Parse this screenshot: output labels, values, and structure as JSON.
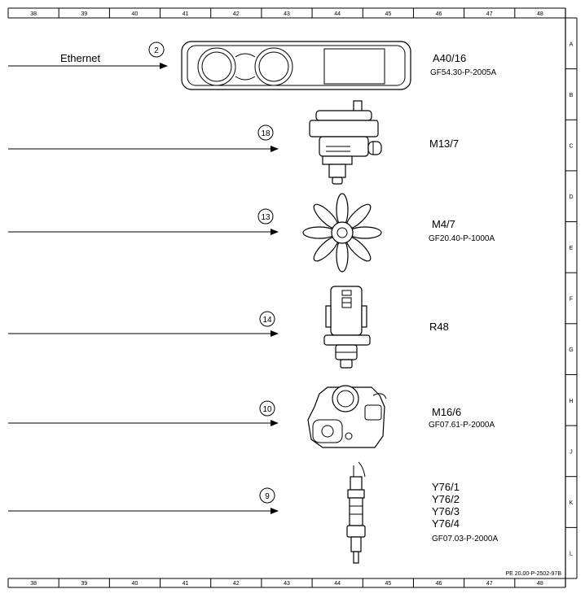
{
  "grid": {
    "columns": [
      "38",
      "39",
      "40",
      "41",
      "42",
      "43",
      "44",
      "45",
      "46",
      "47",
      "48"
    ],
    "rows": [
      "A",
      "B",
      "C",
      "D",
      "E",
      "F",
      "G",
      "H",
      "J",
      "K",
      "L"
    ]
  },
  "ethernet_label": "Ethernet",
  "connections": [
    {
      "number": "2",
      "labels": [
        "A40/16"
      ],
      "ref": "GF54.30-P-2005A"
    },
    {
      "number": "18",
      "labels": [
        "M13/7"
      ],
      "ref": ""
    },
    {
      "number": "13",
      "labels": [
        "M4/7"
      ],
      "ref": "GF20.40-P-1000A"
    },
    {
      "number": "14",
      "labels": [
        "R48"
      ],
      "ref": ""
    },
    {
      "number": "10",
      "labels": [
        "M16/6"
      ],
      "ref": "GF07.61-P-2000A"
    },
    {
      "number": "9",
      "labels": [
        "Y76/1",
        "Y76/2",
        "Y76/3",
        "Y76/4"
      ],
      "ref": "GF07.03-P-2000A"
    }
  ],
  "footer_code": "PE 20.00-P-2502-97B",
  "colors": {
    "line": "#000000",
    "background": "#ffffff"
  }
}
